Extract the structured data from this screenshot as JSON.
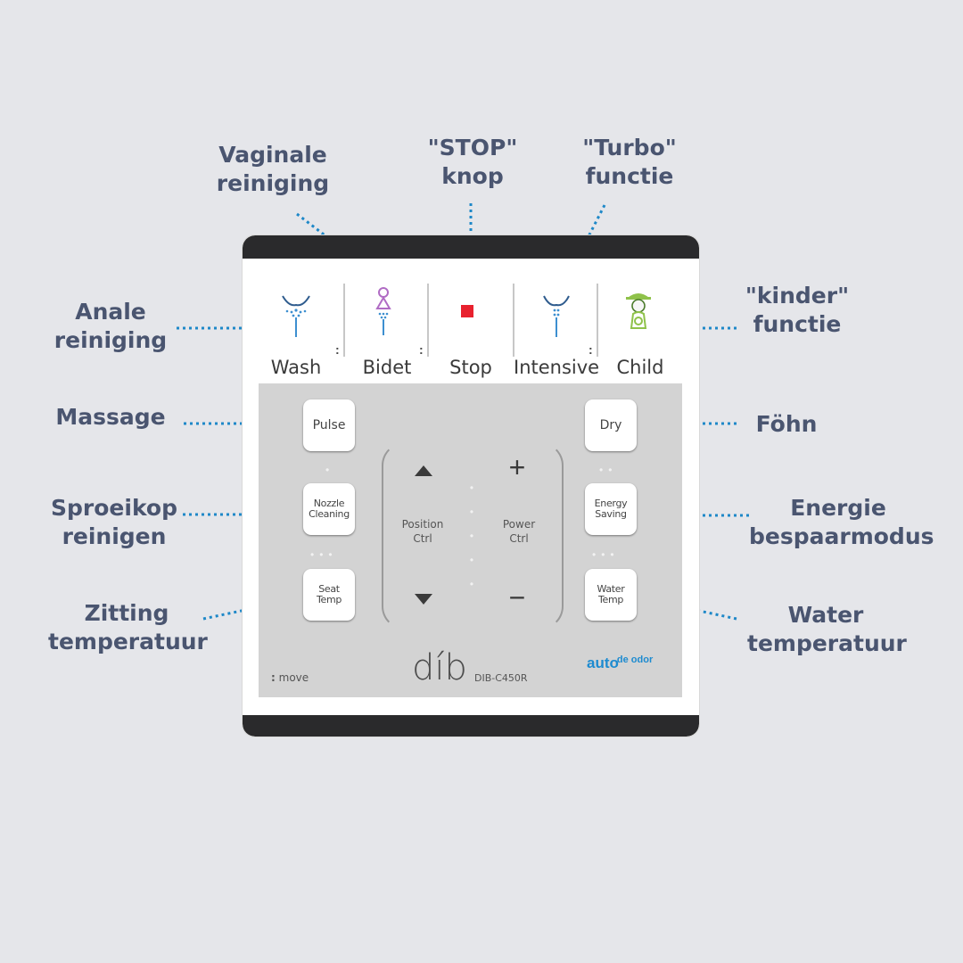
{
  "annotations": {
    "vaginal": [
      "Vaginale",
      "reiniging"
    ],
    "stop": [
      "\"STOP\"",
      "knop"
    ],
    "turbo": [
      "\"Turbo\"",
      "functie"
    ],
    "anal": [
      "Anale",
      "reiniging"
    ],
    "kinder": [
      "\"kinder\"",
      "functie"
    ],
    "massage": [
      "Massage"
    ],
    "fohn": [
      "Föhn"
    ],
    "sproeikop": [
      "Sproeikop",
      "reinigen"
    ],
    "energie": [
      "Energie",
      "bespaarmodus"
    ],
    "zitting": [
      "Zitting",
      "temperatuur"
    ],
    "water": [
      "Water",
      "temperatuur"
    ]
  },
  "functions": {
    "wash": "Wash",
    "bidet": "Bidet",
    "stop": "Stop",
    "intensive": "Intensive",
    "child": "Child"
  },
  "buttons": {
    "pulse": "Pulse",
    "nozzle": [
      "Nozzle",
      "Cleaning"
    ],
    "seat": [
      "Seat",
      "Temp"
    ],
    "dry": "Dry",
    "energy": [
      "Energy",
      "Saving"
    ],
    "water": [
      "Water",
      "Temp"
    ],
    "plus": "+",
    "minus": "−"
  },
  "pad": {
    "position": [
      "Position",
      "Ctrl"
    ],
    "power": [
      "Power",
      "Ctrl"
    ]
  },
  "footer": {
    "move": "move",
    "brand": "díb",
    "model": "DIB-C450R",
    "logo_main": "auto",
    "logo_sub": "de odor"
  },
  "colors": {
    "annotation": "#4a5570",
    "arrow": "#1e88c8",
    "stop_square": "#e8212e",
    "logo": "#1d8bd0"
  }
}
